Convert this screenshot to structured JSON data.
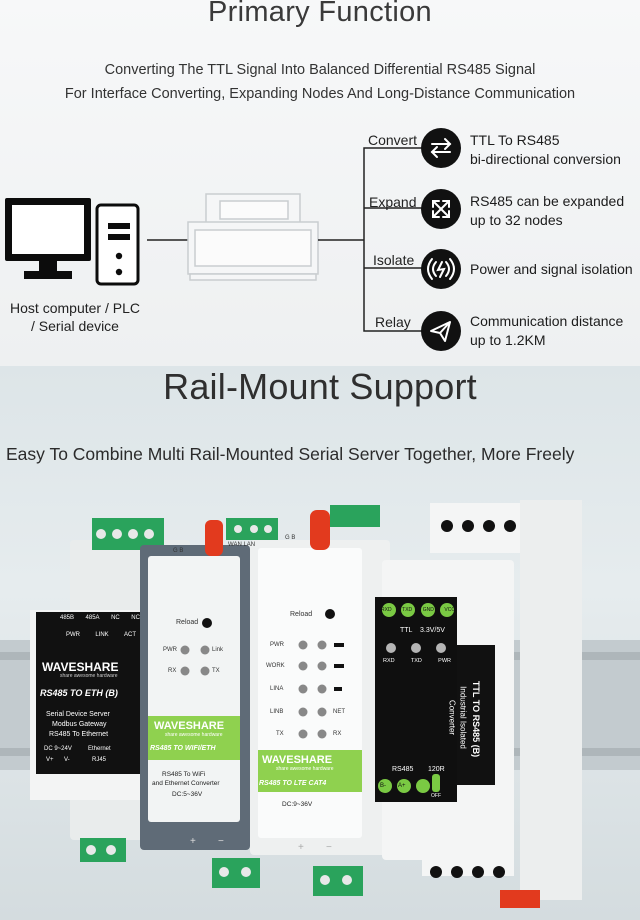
{
  "primary": {
    "title": "Primary Function",
    "subtitle_line1": "Converting The TTL Signal Into Balanced Differential RS485 Signal",
    "subtitle_line2": "For Interface Converting, Expanding Nodes And Long-Distance Communication",
    "host_label_line1": "Host computer / PLC",
    "host_label_line2": "/ Serial device",
    "features": [
      {
        "label": "Convert",
        "icon": "bidirectional-arrows-icon",
        "desc1": "TTL To RS485",
        "desc2": "bi-directional conversion"
      },
      {
        "label": "Expand",
        "icon": "expand-arrows-icon",
        "desc1": "RS485 can be expanded",
        "desc2": "up to 32 nodes"
      },
      {
        "label": "Isolate",
        "icon": "signal-isolation-icon",
        "desc1": "Power and signal isolation",
        "desc2": ""
      },
      {
        "label": "Relay",
        "icon": "send-relay-icon",
        "desc1": "Communication distance",
        "desc2": "up to 1.2KM"
      }
    ]
  },
  "rail": {
    "title": "Rail-Mount Support",
    "subtitle": "Easy To Combine Multi Rail-Mounted Serial Server Together, More Freely"
  },
  "devices": {
    "eth": {
      "top_labels": [
        "485B",
        "485A",
        "NC",
        "NC"
      ],
      "led_labels": [
        "PWR",
        "LINK",
        "ACT"
      ],
      "brand": "WAVESHARE",
      "slogan": "share awesome hardware",
      "model": "RS485 TO ETH (B)",
      "desc1": "Serial Device Server",
      "desc2": "Modbus Gateway",
      "desc3": "RS485 To Ethernet",
      "dc": "DC 9~24V",
      "port": "Ethernet",
      "vplus": "V+",
      "vminus": "V-",
      "rj45": "RJ45"
    },
    "wifi": {
      "gb": "G B",
      "wan": "WAN LAN",
      "reload": "Reload",
      "pwr": "PWR",
      "link": "Link",
      "rx": "RX",
      "tx": "TX",
      "brand": "WAVESHARE",
      "slogan": "share awesome hardware",
      "model": "RS485 TO WIFI/ETH",
      "desc1": "RS485 To WiFi",
      "desc2": "and Ethernet Converter",
      "dc": "DC:5~36V",
      "plus": "+",
      "minus": "−"
    },
    "lte": {
      "gb": "G B",
      "reload": "Reload",
      "leds": [
        "PWR",
        "WORK",
        "LINA",
        "LINB",
        "TX"
      ],
      "net": "NET",
      "rx": "RX",
      "brand": "WAVESHARE",
      "slogan": "share awesome hardware",
      "model": "RS485 TO LTE CAT4",
      "dc": "DC:9~36V",
      "plus": "+",
      "minus": "−"
    },
    "ttl": {
      "pins": [
        "RXD",
        "TXD",
        "GND",
        "VCC"
      ],
      "ttl": "TTL",
      "volt": "3.3V/5V",
      "leds": [
        "RXD",
        "TXD",
        "PWR"
      ],
      "side1": "TTL TO RS485 (B)",
      "side2": "Industrial Isolated",
      "side3": "Converter",
      "rs485": "RS485",
      "r120": "120R",
      "bminus": "B-",
      "aplus": "A+",
      "off": "OFF"
    }
  },
  "colors": {
    "accent_green": "#8fd14f",
    "terminal_green": "#2fa85a",
    "antenna_red": "#e23a1e",
    "icon_black": "#111111"
  }
}
